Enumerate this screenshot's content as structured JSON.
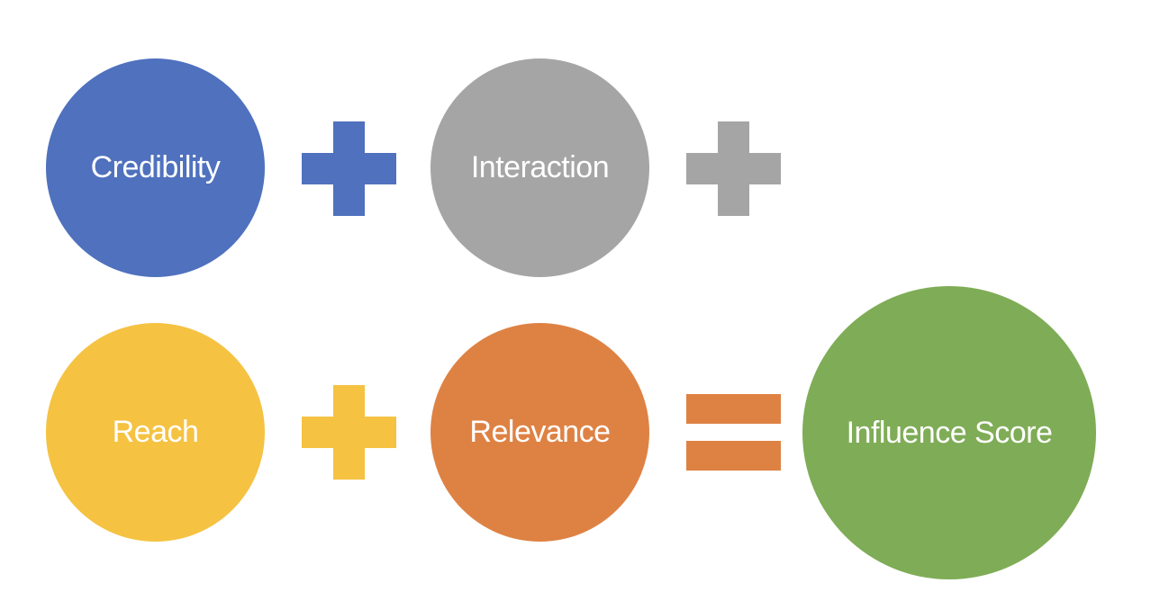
{
  "factors": [
    {
      "label": "Credibility",
      "color": "#4f71be"
    },
    {
      "label": "Interaction",
      "color": "#a5a5a5"
    },
    {
      "label": "Reach",
      "color": "#f5c242"
    },
    {
      "label": "Relevance",
      "color": "#de8244"
    }
  ],
  "operators": [
    {
      "symbol": "plus",
      "color": "#4f71be"
    },
    {
      "symbol": "plus",
      "color": "#a5a5a5"
    },
    {
      "symbol": "plus",
      "color": "#f5c242"
    },
    {
      "symbol": "equals",
      "color": "#de8244"
    }
  ],
  "result": {
    "label": "Influence Score",
    "color": "#7fac56"
  }
}
